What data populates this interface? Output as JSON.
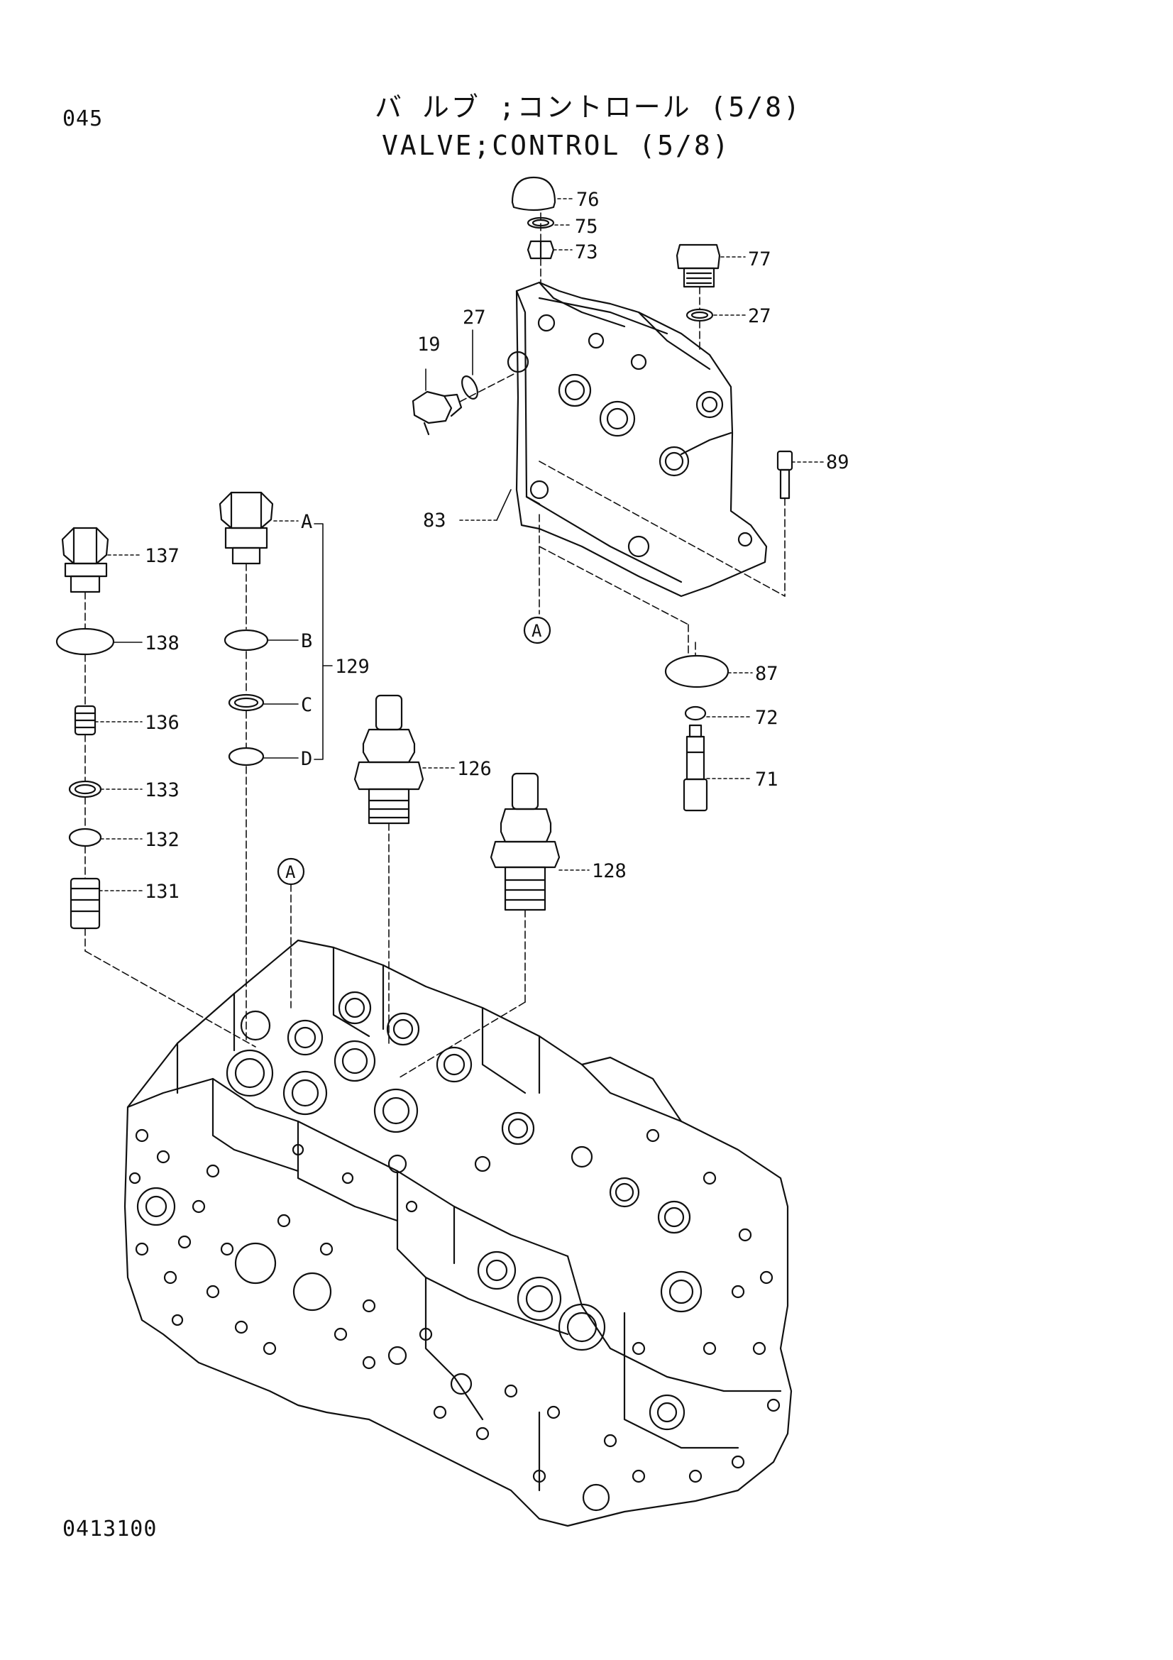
{
  "header": {
    "page_number": "045",
    "title_jp": "バ ルブ ;コントロール (5/8)",
    "title_en": "VALVE;CONTROL (5/8)"
  },
  "footer": {
    "figure_number": "0413100"
  },
  "callouts": {
    "c76": "76",
    "c75": "75",
    "c73": "73",
    "c77": "77",
    "c27a": "27",
    "c27b": "27",
    "c19": "19",
    "c89": "89",
    "c83": "83",
    "cAtop": "A",
    "c87": "87",
    "c72": "72",
    "c71": "71",
    "c137": "137",
    "c138": "138",
    "c136": "136",
    "c133": "133",
    "c132": "132",
    "c131": "131",
    "cA": "A",
    "cB": "B",
    "cC": "C",
    "cD": "D",
    "c129": "129",
    "c126": "126",
    "c128": "128",
    "cAmid": "A"
  }
}
